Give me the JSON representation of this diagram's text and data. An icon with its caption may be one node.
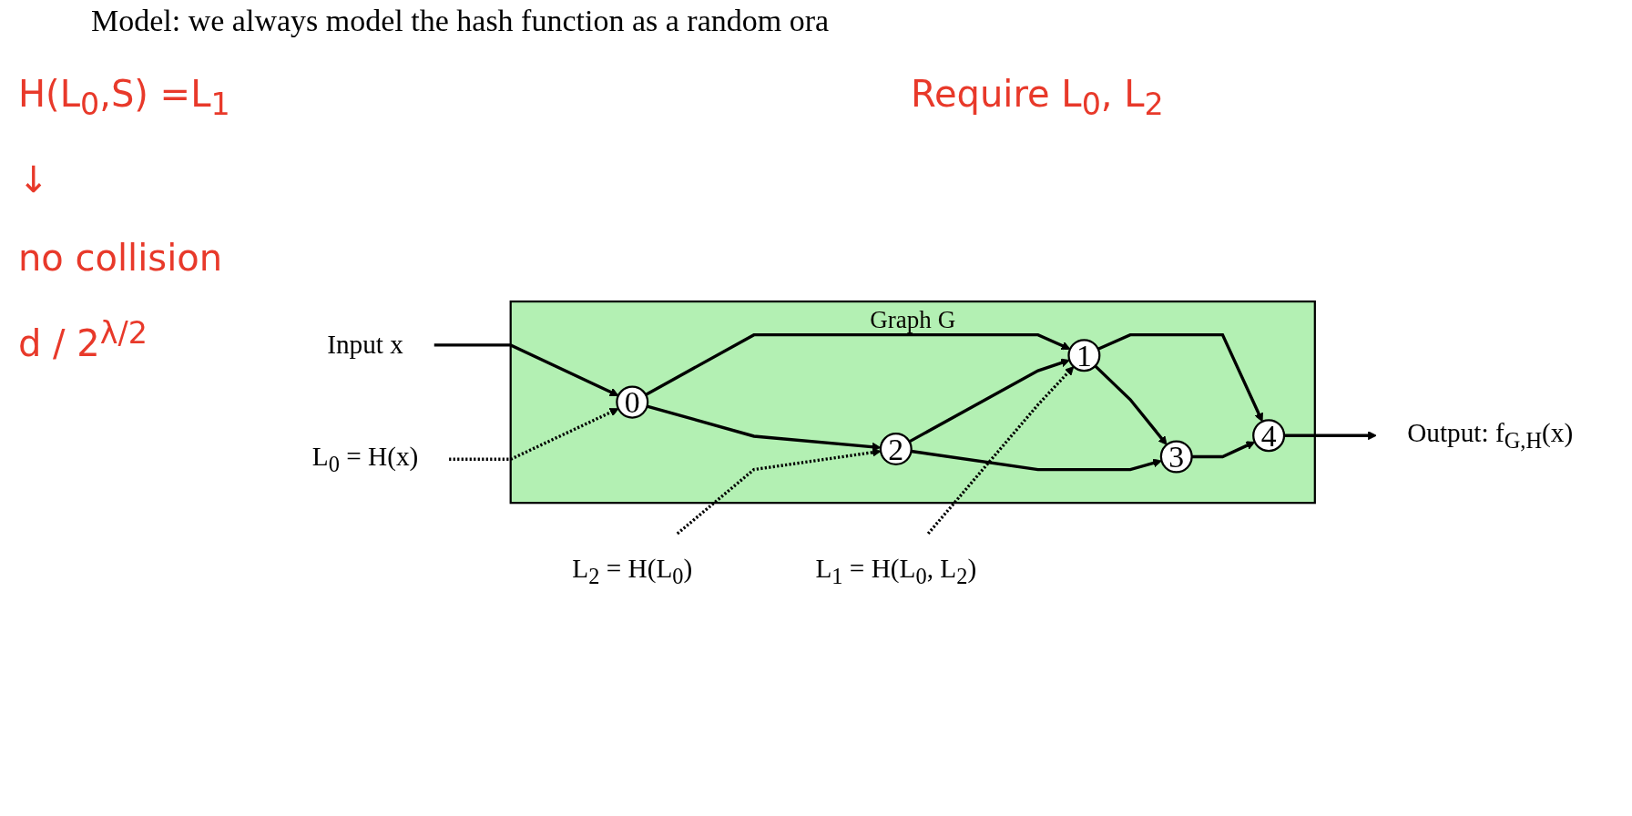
{
  "diagram": {
    "nodes": [
      {
        "text": [
          "Graph G"
        ]
      },
      {
        "text": [
          "0"
        ],
        "in": 0
      },
      {
        "text": [
          "1"
        ],
        "in": 0
      },
      {
        "text": [
          "2"
        ],
        "in": 0
      },
      {
        "text": [
          "3"
        ],
        "in": 0
      },
      {
        "text": [
          "4"
        ],
        "in": 0
      },
      {
        "text": [
          "Input x"
        ]
      },
      {
        "text": [
          "Output: f$_{G,H}$(x)"
        ]
      },
      {
        "text": [
          "L$_{1}$ = H(L$_{0}$, L$_{2}$)"
        ]
      },
      {
        "text": [
          "L$_{0}$ = H(x)"
        ]
      },
      {
        "text": [
          "L$_{2}$ = H(L$_{0}$)"
        ]
      }
    ],
    "edges": [
      {
        "from": 6,
        "to": 1,
        "arrow": "to"
      },
      {
        "from": 1,
        "to": 2,
        "arrow": "to"
      },
      {
        "from": 1,
        "to": 3,
        "arrow": "to"
      },
      {
        "from": 3,
        "to": 2,
        "arrow": "to"
      },
      {
        "from": 2,
        "to": 5,
        "arrow": "to"
      },
      {
        "from": 2,
        "to": 4,
        "arrow": "to"
      },
      {
        "from": 3,
        "to": 4,
        "arrow": "to"
      },
      {
        "from": 4,
        "to": 5,
        "arrow": "to"
      },
      {
        "from": 5,
        "to": 7,
        "arrow": "to"
      },
      {
        "from": 8,
        "to": 2,
        "arrow": "to",
        "style": "dashed"
      },
      {
        "from": 9,
        "to": 1,
        "arrow": "to",
        "style": "dashed"
      },
      {
        "from": 10,
        "to": 3,
        "arrow": "to",
        "style": "dashed"
      }
    ],
    "labels": [
      "Model: we always model the hash function as a random ora",
      "H(L$_{0}$,S) =L$_{1}$",
      "Require L$_{0}$, L$_{2}$",
      "↓",
      "no collision",
      "d / 2$^{λ/2}$"
    ]
  }
}
